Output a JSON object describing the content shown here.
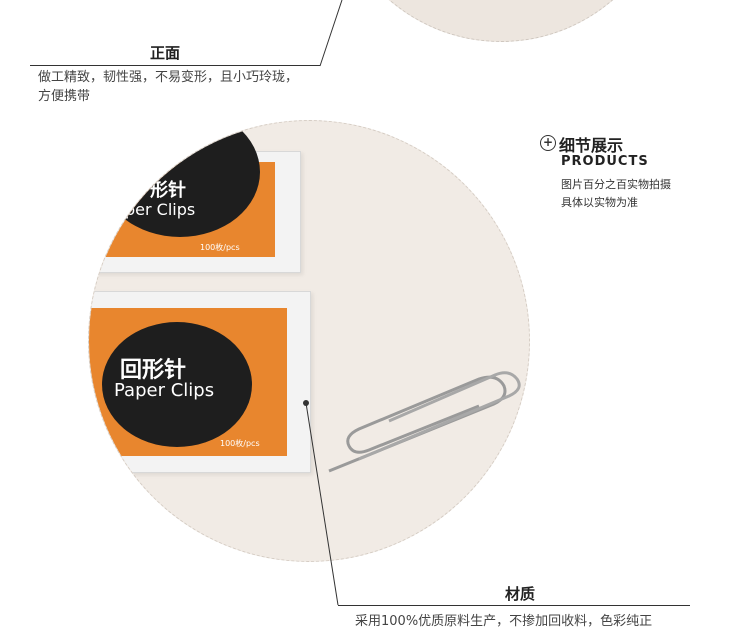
{
  "front": {
    "title": "正面",
    "description_line1": "做工精致，韧性强，不易变形，且小巧玲珑，",
    "description_line2": "方便携带"
  },
  "product_box": {
    "chinese_name": "回形针",
    "chinese_name_partial": "形针",
    "english_name": "Paper Clips",
    "english_name_partial": "per Clips",
    "count": "100枚/pcs",
    "accent_color": "#e8862e"
  },
  "detail": {
    "icon": "plus-circle-icon",
    "title": "细节展示",
    "subtitle": "PRODUCTS",
    "line1": "图片百分之百实物拍摄",
    "line2": "具体以实物为准"
  },
  "material": {
    "title": "材质",
    "description": "采用100%优质原料生产，不掺加回收料，色彩纯正"
  }
}
